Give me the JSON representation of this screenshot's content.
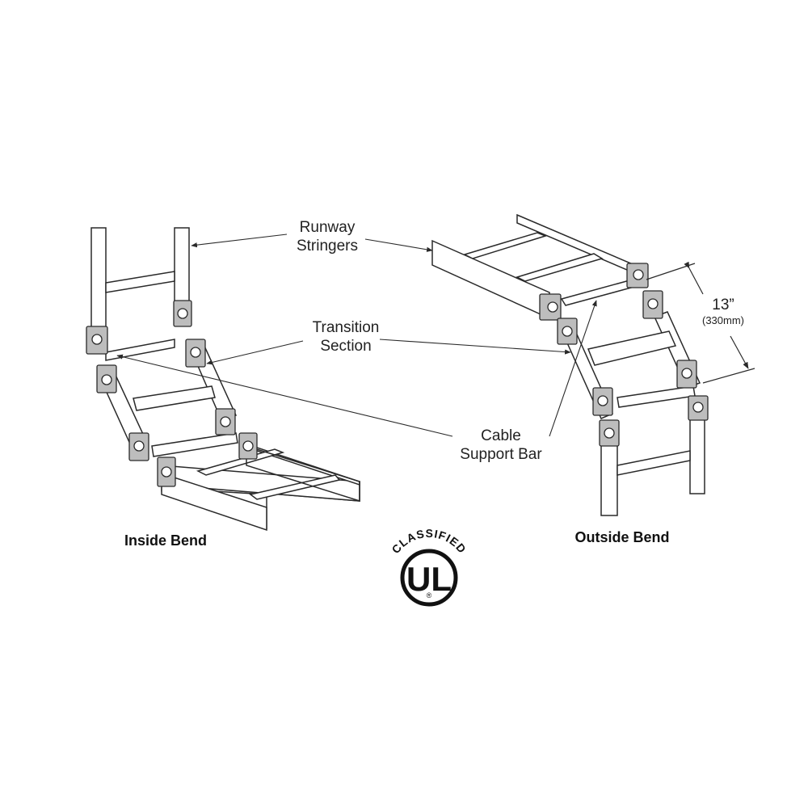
{
  "labels": {
    "runway_stringers": [
      "Runway",
      "Stringers"
    ],
    "transition_section": [
      "Transition",
      "Section"
    ],
    "cable_support_bar": [
      "Cable",
      "Support Bar"
    ],
    "dimension": {
      "value": "13”",
      "metric": "(330mm)"
    },
    "inside_bend": "Inside Bend",
    "outside_bend": "Outside Bend"
  },
  "logo": {
    "top_text": "CLASSIFIED",
    "letters": "UL",
    "mark": "®"
  },
  "colors": {
    "line": "#2a2a2a",
    "fill": "#ffffff",
    "hardware": "#bdbdbd",
    "text": "#222222"
  }
}
